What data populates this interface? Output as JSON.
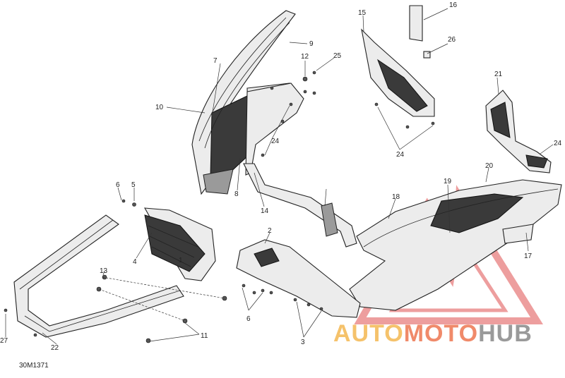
{
  "diagram": {
    "reference_code": "30M1371",
    "callouts": [
      {
        "id": "c1",
        "label": "1"
      },
      {
        "id": "c2",
        "label": "2"
      },
      {
        "id": "c3",
        "label": "3"
      },
      {
        "id": "c4",
        "label": "4"
      },
      {
        "id": "c5",
        "label": "5"
      },
      {
        "id": "c6a",
        "label": "6"
      },
      {
        "id": "c6b",
        "label": "6"
      },
      {
        "id": "c7",
        "label": "7"
      },
      {
        "id": "c8",
        "label": "8"
      },
      {
        "id": "c9",
        "label": "9"
      },
      {
        "id": "c10",
        "label": "10"
      },
      {
        "id": "c11",
        "label": "11"
      },
      {
        "id": "c12",
        "label": "12"
      },
      {
        "id": "c13",
        "label": "13"
      },
      {
        "id": "c14",
        "label": "14"
      },
      {
        "id": "c15",
        "label": "15"
      },
      {
        "id": "c16",
        "label": "16"
      },
      {
        "id": "c17",
        "label": "17"
      },
      {
        "id": "c18",
        "label": "18"
      },
      {
        "id": "c19",
        "label": "19"
      },
      {
        "id": "c20",
        "label": "20"
      },
      {
        "id": "c21",
        "label": "21"
      },
      {
        "id": "c22",
        "label": "22"
      },
      {
        "id": "c24a",
        "label": "24"
      },
      {
        "id": "c24b",
        "label": "24"
      },
      {
        "id": "c24c",
        "label": "24"
      },
      {
        "id": "c25",
        "label": "25"
      },
      {
        "id": "c26",
        "label": "26"
      },
      {
        "id": "c27",
        "label": "27"
      }
    ]
  },
  "watermark": {
    "part_a": "AUTO",
    "part_b": "MOTO",
    "part_c": "HUB",
    "colors": {
      "a": "#f5c26b",
      "b": "#f08a6a",
      "c": "#9a9a9a",
      "logo": "#e05050"
    }
  }
}
